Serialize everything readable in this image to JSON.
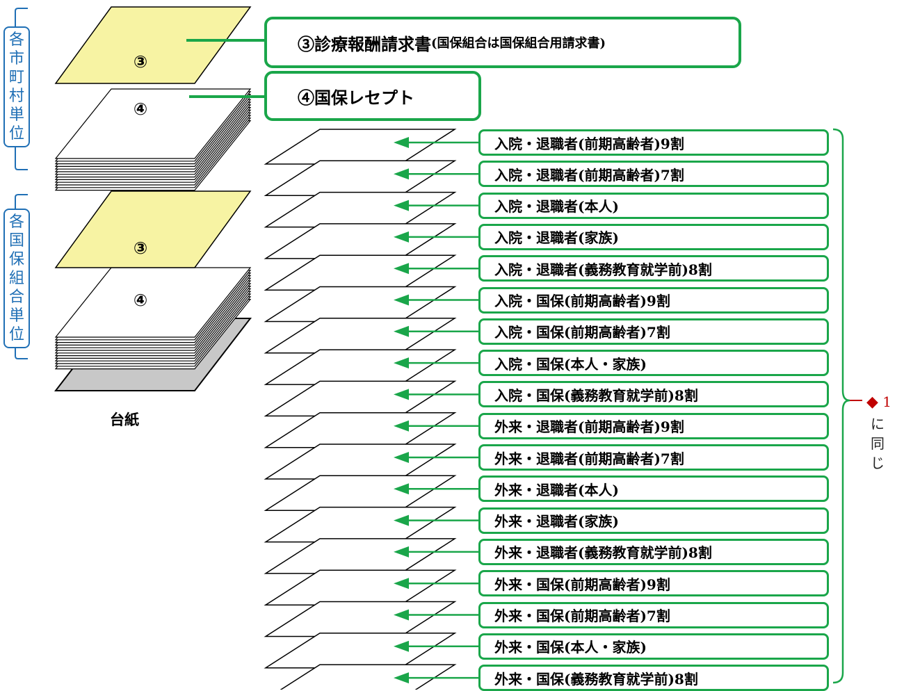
{
  "side_labels": {
    "municipality": "各市町村単位",
    "union": "各国保組合単位"
  },
  "stack_labels": {
    "invoice_marker": "③",
    "receipt_marker": "④"
  },
  "base_label": "台紙",
  "callouts": {
    "invoice_main": "③診療報酬請求書",
    "invoice_note": "(国保組合は国保組合用請求書)",
    "receipt": "④国保レセプト"
  },
  "items": [
    "入院・退職者(前期高齢者)9割",
    "入院・退職者(前期高齢者)7割",
    "入院・退職者(本人)",
    "入院・退職者(家族)",
    "入院・退職者(義務教育就学前)8割",
    "入院・国保(前期高齢者)9割",
    "入院・国保(前期高齢者)7割",
    "入院・国保(本人・家族)",
    "入院・国保(義務教育就学前)8割",
    "外来・退職者(前期高齢者)9割",
    "外来・退職者(前期高齢者)7割",
    "外来・退職者(本人)",
    "外来・退職者(家族)",
    "外来・退職者(義務教育就学前)8割",
    "外来・国保(前期高齢者)9割",
    "外来・国保(前期高齢者)7割",
    "外来・国保(本人・家族)",
    "外来・国保(義務教育就学前)8割"
  ],
  "reference": {
    "diamond": "◆",
    "number": "1",
    "same_as": [
      "に",
      "同",
      "じ"
    ]
  },
  "colors": {
    "green": "#1aa64a",
    "blue": "#1f6fb5",
    "yellow": "#f7f3a3",
    "gray": "#c8c8c8",
    "red": "#c00000"
  }
}
